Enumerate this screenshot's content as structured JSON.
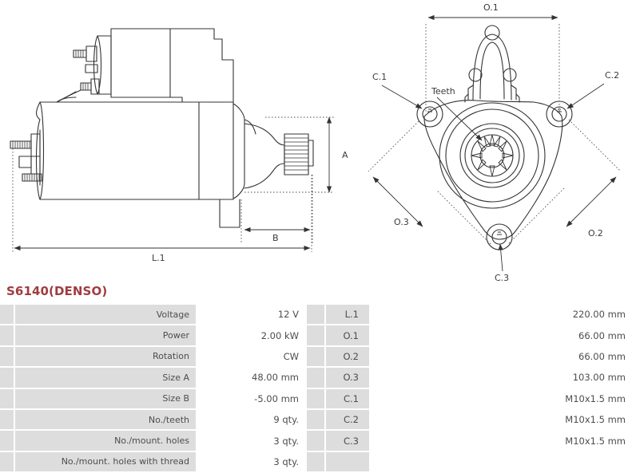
{
  "title": "S6140(DENSO)",
  "drawings": {
    "side_view": {
      "name": "starter-side-view",
      "dimension_labels": [
        "A",
        "B",
        "L.1"
      ]
    },
    "front_view": {
      "name": "starter-front-view",
      "dimension_labels": [
        "O.1",
        "O.2",
        "O.3"
      ],
      "callout_labels": [
        "C.1",
        "C.2",
        "C.3",
        "Teeth"
      ]
    }
  },
  "table": {
    "left": [
      {
        "label": "Voltage",
        "value": "12 V"
      },
      {
        "label": "Power",
        "value": "2.00 kW"
      },
      {
        "label": "Rotation",
        "value": "CW"
      },
      {
        "label": "Size A",
        "value": "48.00 mm"
      },
      {
        "label": "Size B",
        "value": "-5.00 mm"
      },
      {
        "label": "No./teeth",
        "value": "9 qty."
      },
      {
        "label": "No./mount. holes",
        "value": "3 qty."
      },
      {
        "label": "No./mount. holes with thread",
        "value": "3 qty."
      }
    ],
    "right": [
      {
        "label": "L.1",
        "value": "220.00 mm"
      },
      {
        "label": "O.1",
        "value": "66.00 mm"
      },
      {
        "label": "O.2",
        "value": "66.00 mm"
      },
      {
        "label": "O.3",
        "value": "103.00 mm"
      },
      {
        "label": "C.1",
        "value": "M10x1.5 mm"
      },
      {
        "label": "C.2",
        "value": "M10x1.5 mm"
      },
      {
        "label": "C.3",
        "value": "M10x1.5 mm"
      },
      {
        "label": "",
        "value": ""
      }
    ]
  },
  "colors": {
    "title": "#a03c41",
    "row_label_bg": "#dddddd",
    "row_value_bg": "#ffffff",
    "text": "#4d4d4d",
    "line": "#333333"
  }
}
